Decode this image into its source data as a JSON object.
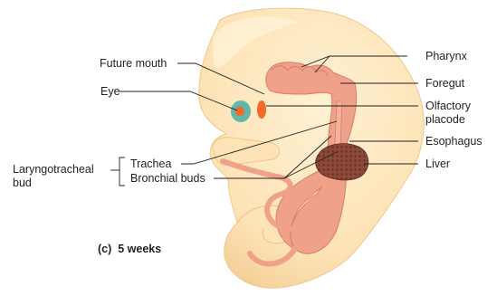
{
  "figure": {
    "caption": "(c)  5 weeks",
    "labels": {
      "future_mouth": "Future mouth",
      "eye": "Eye",
      "laryngotracheal_bud_line1": "Laryngotracheal",
      "laryngotracheal_bud_line2": "bud",
      "trachea": "Trachea",
      "bronchial_buds": "Bronchial buds",
      "pharynx": "Pharynx",
      "foregut": "Foregut",
      "olfactory_placode_line1": "Olfactory",
      "olfactory_placode_line2": "placode",
      "esophagus": "Esophagus",
      "liver": "Liver"
    }
  },
  "colors": {
    "embryo_fill": "#fde3b6",
    "embryo_shade": "#f5cf98",
    "gut_tube": "#f0a189",
    "gut_tube_edge": "#d77d69",
    "liver": "#8c4a3a",
    "eye_outer": "#5fb8ad",
    "eye_inner": "#f26b2c",
    "placode": "#f26b2c"
  }
}
